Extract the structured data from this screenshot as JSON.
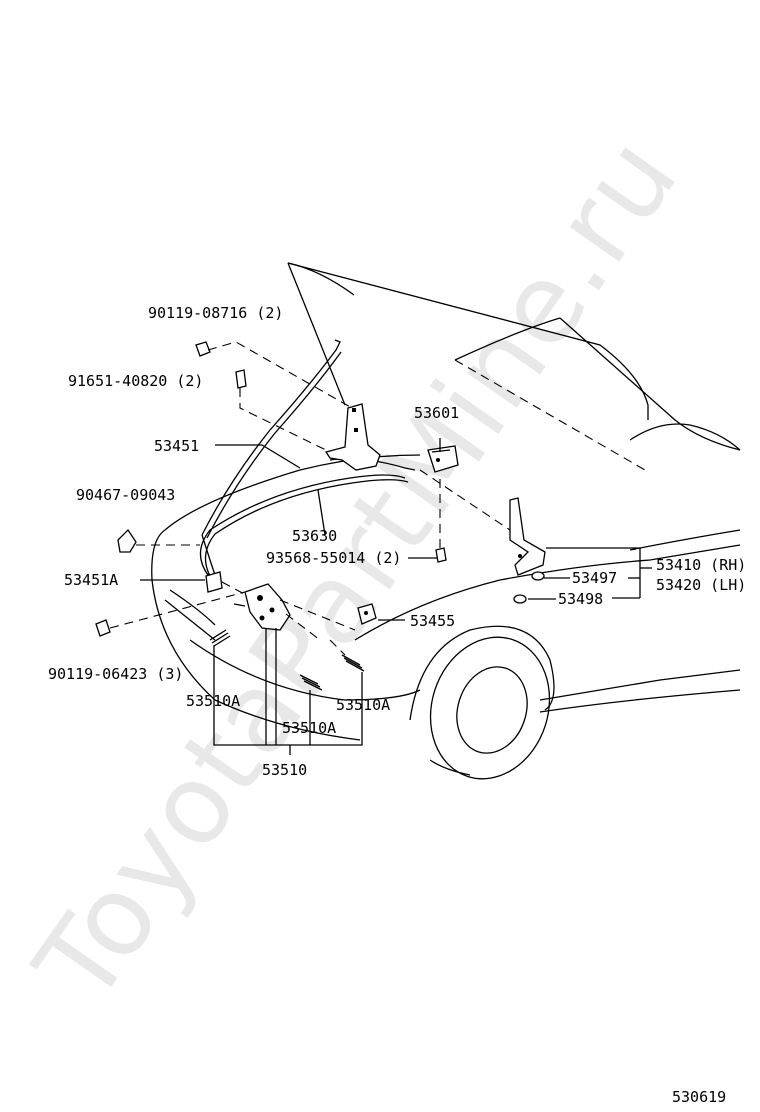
{
  "watermark": "ToyotaPartMine.ru",
  "figure_code": "530619",
  "labels": {
    "bolt_upper": "90119-08716 (2)",
    "bolt_mid": "91651-40820 (2)",
    "support_rod": "53451",
    "clip": "90467-09043",
    "rod_holder": "53451A",
    "bolt_lower": "90119-06423 (3)",
    "release_cable": "53630",
    "stopper": "53601",
    "screw": "93568-55014 (2)",
    "hinge_rh": "53410 (RH)",
    "hinge_lh": "53420 (LH)",
    "hinge_cushion": "53497",
    "hinge_part": "53498",
    "lock_control": "53455",
    "lock_sub_left": "53510A",
    "lock_sub_right": "53510A",
    "lock_sub_mid": "53510A",
    "lock_assy": "53510"
  }
}
